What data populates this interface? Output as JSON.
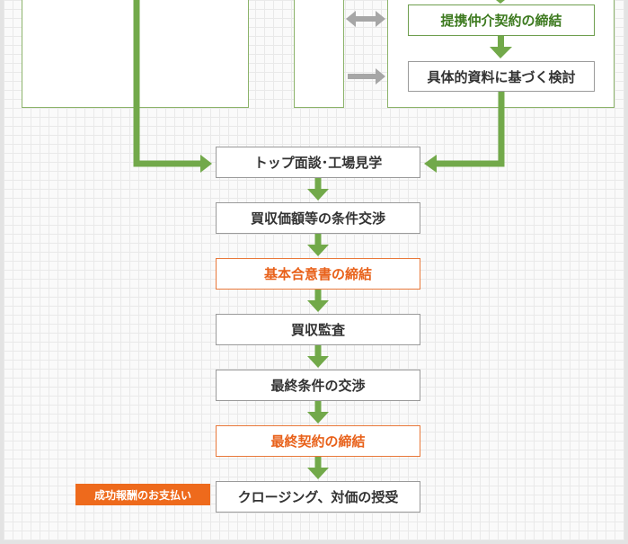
{
  "colors": {
    "arrow_green": "#72a94a",
    "side_arrow_gray": "#a6a6a6",
    "highlight_orange": "#ee6a1c"
  },
  "top_steps": {
    "partnership": "提携仲介契約の締結",
    "review": "具体的資料に基づく検討"
  },
  "flow": [
    {
      "label": "トップ面談･工場見学",
      "highlight": false
    },
    {
      "label": "買収価額等の条件交渉",
      "highlight": false
    },
    {
      "label": "基本合意書の締結",
      "highlight": true
    },
    {
      "label": "買収監査",
      "highlight": false
    },
    {
      "label": "最終条件の交渉",
      "highlight": false
    },
    {
      "label": "最終契約の締結",
      "highlight": true
    },
    {
      "label": "クロージング、対価の授受",
      "highlight": false
    }
  ],
  "payment_badge": "成功報酬のお支払い"
}
